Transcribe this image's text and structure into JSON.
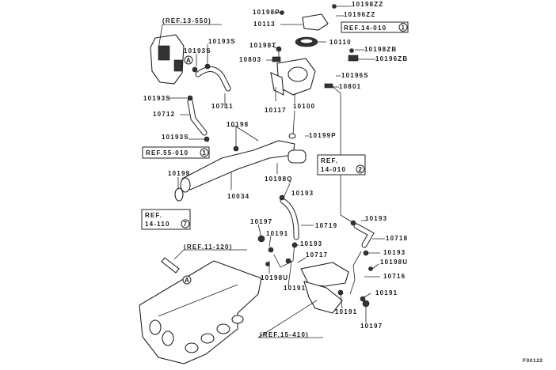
{
  "diagram_code": "F00122",
  "refs": {
    "r13_550": "(REF.13-550)",
    "r55_010": "REF.55-010",
    "r55_010_n": "1",
    "r14_010a": "REF.14-010",
    "r14_010a_n": "1",
    "r14_010b_1": "REF.",
    "r14_010b_2": "14-010",
    "r14_010b_n": "2",
    "r14_110_1": "REF.",
    "r14_110_2": "14-110",
    "r14_110_n": "7",
    "r11_120": "(REF.11-120)",
    "r15_410": "(REF.15-410)",
    "marker_a": "A"
  },
  "parts": {
    "p10193s_a": "10193S",
    "p10193s_b": "10193S",
    "p10193s_c": "10193S",
    "p10193s_d": "10193S",
    "p10712": "10712",
    "p10711": "10711",
    "p10198": "10198",
    "p10198p": "10198P",
    "p10198zz": "10198ZZ",
    "p10196zz": "10196ZZ",
    "p10113": "10113",
    "p10110": "10110",
    "p10198t": "10198T",
    "p10803": "10803",
    "p10198zb": "10198ZB",
    "p10196zb": "10196ZB",
    "p10196s": "10196S",
    "p10801": "10801",
    "p10117": "10117",
    "p10100": "10100",
    "p10199p": "10199P",
    "p10199": "10199",
    "p10034": "10034",
    "p10198q": "10198Q",
    "p10193_a": "10193",
    "p10197_a": "10197",
    "p10719": "10719",
    "p10191_a": "10191",
    "p10193_b": "10193",
    "p10717": "10717",
    "p10198u_a": "10198U",
    "p10191_b": "10191",
    "p10193_c": "10193",
    "p10718": "10718",
    "p10193_d": "10193",
    "p10198u_b": "10198U",
    "p10716": "10716",
    "p10191_c": "10191",
    "p10191_d": "10191",
    "p10197_b": "10197"
  }
}
